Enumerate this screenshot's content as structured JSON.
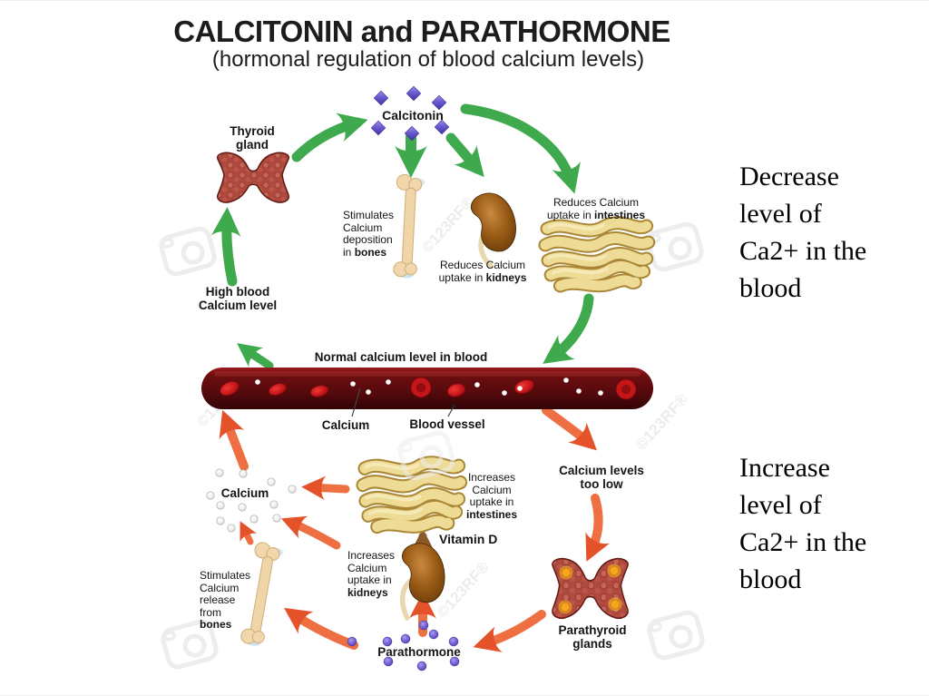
{
  "slide": {
    "title": "CALCITONIN and PARATHORMONE",
    "subtitle": "(hormonal regulation of blood calcium levels)"
  },
  "notes": {
    "decrease": "Decrease\nlevel of\nCa2+ in the\nblood",
    "increase": "Increase\nlevel of\nCa2+ in the\nblood"
  },
  "diagram": {
    "organs": {
      "thyroid": "Thyroid\ngland",
      "parathyroid": "Parathyroid\nglands"
    },
    "hormones": {
      "calcitonin": "Calcitonin",
      "parathormone": "Parathormone",
      "vitamin_d": "Vitamin D"
    },
    "states": {
      "high_blood": "High blood\nCalcium level",
      "normal": "Normal calcium level in blood",
      "too_low": "Calcium levels\ntoo low",
      "calcium_free": "Calcium"
    },
    "vessel": {
      "calcium": "Calcium",
      "blood_vessel": "Blood vessel"
    },
    "actions": {
      "bone_deposit": {
        "pre": "Stimulates\nCalcium\ndeposition\nin ",
        "bold": "bones"
      },
      "kidney_reduce": {
        "pre": "Reduces Calcium\nuptake in ",
        "bold": "kidneys"
      },
      "intestine_reduce": {
        "pre": "Reduces Calcium\nuptake in ",
        "bold": "intestines"
      },
      "kidney_increase": {
        "pre": "Increases\nCalcium\nuptake in\n",
        "bold": "kidneys"
      },
      "intestine_increase": {
        "pre": "Increases\nCalcium\nuptake in\n",
        "bold": "intestines"
      },
      "bone_release": {
        "pre": "Stimulates\nCalcium\nrelease\nfrom\n",
        "bold": "bones"
      }
    }
  },
  "watermark": {
    "text": "©123RF®"
  },
  "colors": {
    "calcitonin_arrow": "#3fa94d",
    "parathormone_arrow": "#ed6a3d",
    "vitamin_d_arrow": "#8a5a28",
    "vessel": "#5d090c",
    "hormone_dot": "#6a57cc",
    "calcium_dot": "#e9e9e9"
  }
}
